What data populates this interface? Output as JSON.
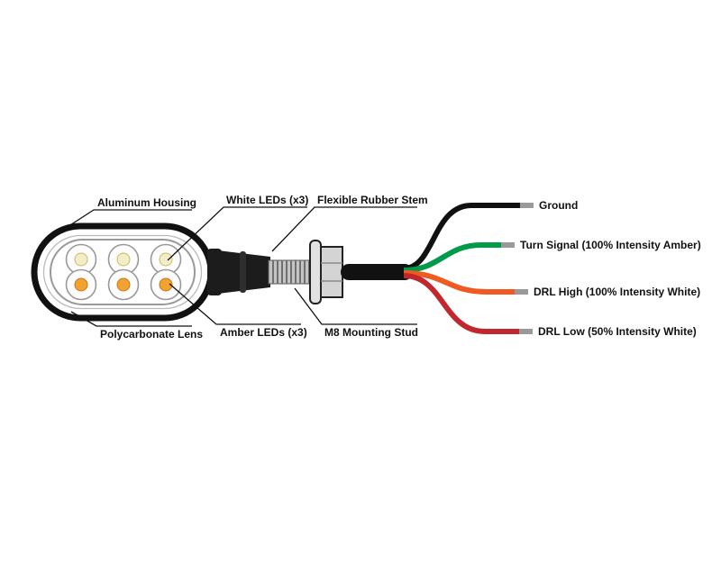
{
  "diagram": {
    "subject": "LED turn signal / DRL lamp wiring diagram",
    "part_labels": {
      "aluminum_housing": "Aluminum Housing",
      "white_leds": "White LEDs (x3)",
      "flexible_rubber_stem": "Flexible Rubber Stem",
      "polycarbonate_lens": "Polycarbonate Lens",
      "amber_leds": "Amber LEDs (x3)",
      "m8_mounting_stud": "M8 Mounting Stud"
    },
    "wires": [
      {
        "label": "Ground",
        "color": "#111111"
      },
      {
        "label": "Turn Signal (100% Intensity Amber)",
        "color": "#009B48"
      },
      {
        "label": "DRL High (100% Intensity White)",
        "color": "#F05A22"
      },
      {
        "label": "DRL Low (50% Intensity White)",
        "color": "#C1272D"
      }
    ],
    "colors": {
      "housing_outline": "#111111",
      "lens_outline": "#999999",
      "white_led": "#F4EEC6",
      "amber_led": "#F2A230",
      "stem": "#1c1c1c",
      "stud": "#c4c4c4",
      "nut": "#d4d4d4",
      "cable": "#111111",
      "wire_tip": "#9a9a9a"
    }
  }
}
